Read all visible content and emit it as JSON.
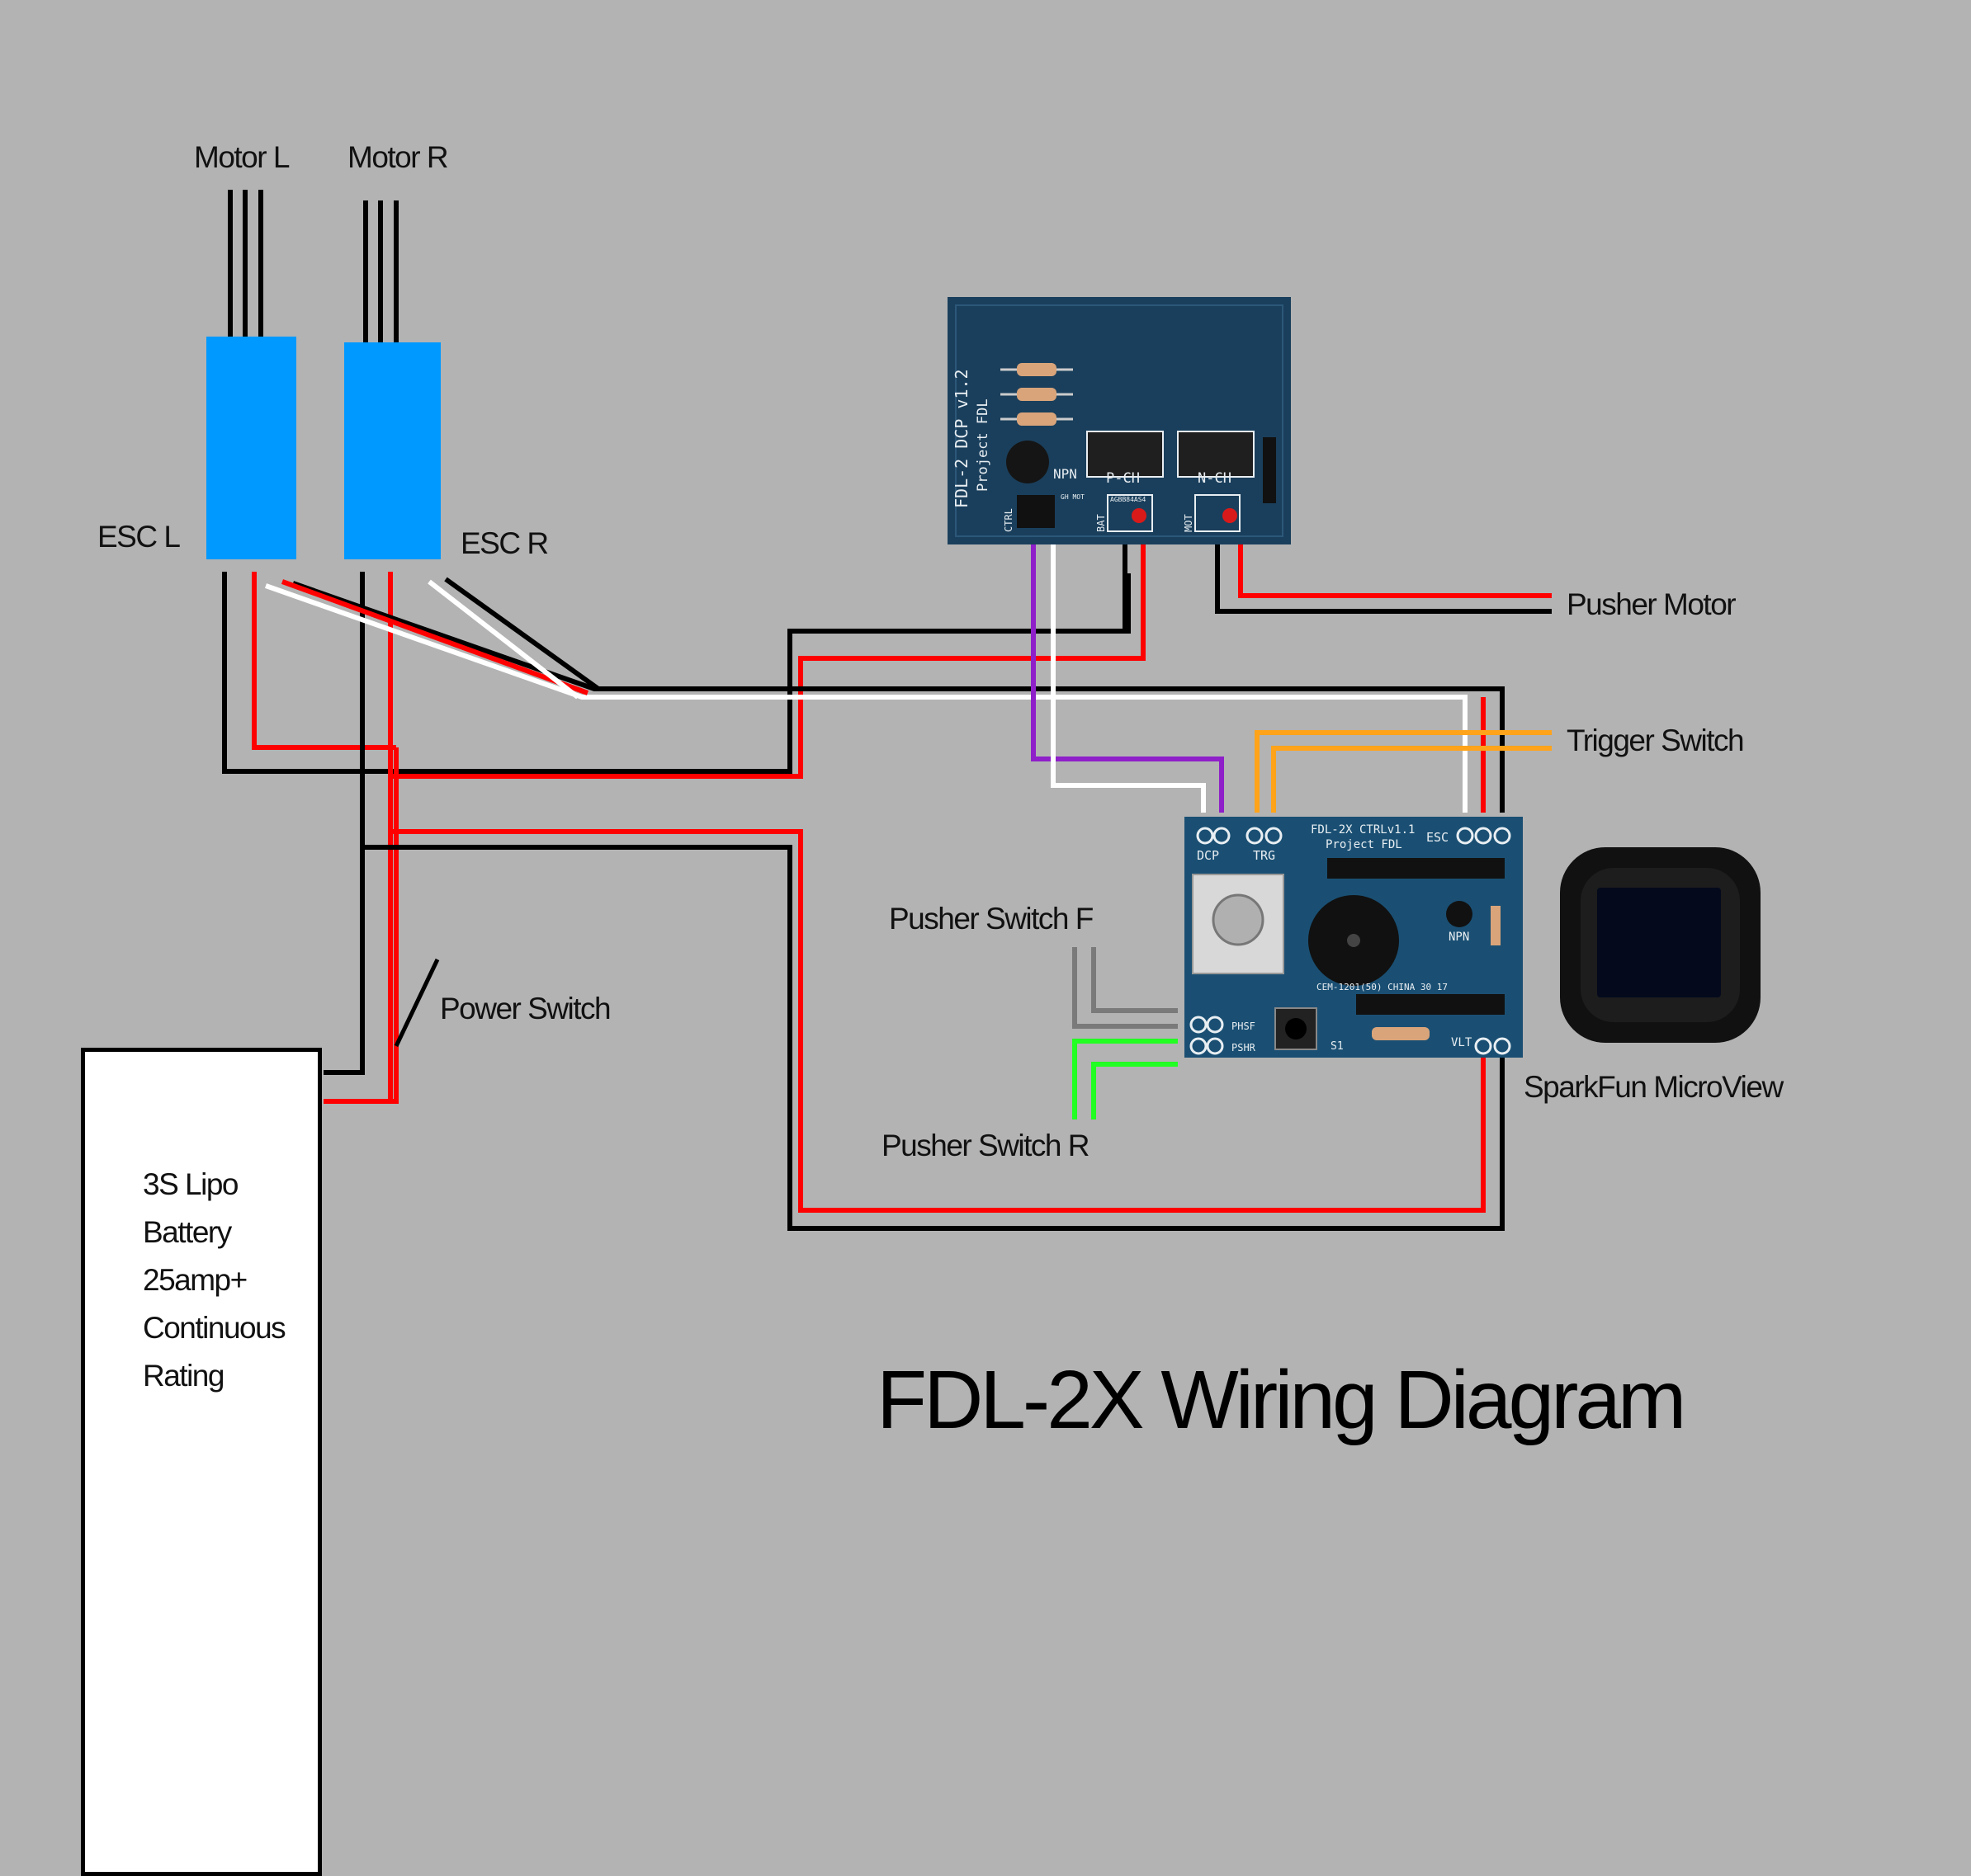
{
  "title": "FDL-2X Wiring Diagram",
  "labels": {
    "motor_l": "Motor L",
    "motor_r": "Motor R",
    "esc_l": "ESC L",
    "esc_r": "ESC R",
    "power_switch": "Power Switch",
    "pusher_motor": "Pusher Motor",
    "trigger_switch": "Trigger Switch",
    "pusher_switch_f": "Pusher Switch F",
    "pusher_switch_r": "Pusher Switch R",
    "sparkfun_microview": "SparkFun MicroView"
  },
  "battery": {
    "lines": [
      "3S Lipo",
      "Battery",
      "25amp+",
      "Continuous",
      "Rating"
    ]
  },
  "dcp_board": {
    "name": "FDL-2 DCP v1.2",
    "project": "Project FDL",
    "components": [
      "NPN",
      "P-CH",
      "N-CH"
    ],
    "pins": [
      "CTRL",
      "BAT",
      "MOT"
    ],
    "pin_sublabels": [
      "GH MOT",
      "AGBB84AS4"
    ]
  },
  "ctrl_board": {
    "name": "FDL-2X CTRLv1.1",
    "project": "Project FDL",
    "pins": [
      "DCP",
      "TRG",
      "ESC",
      "PHSF",
      "PSHR",
      "S1",
      "VLT",
      "NPN"
    ],
    "buzzer": "CEM-1201(50) CHINA 30 17"
  },
  "colors": {
    "background": "#b3b3b3",
    "esc_blue": "#0099ff",
    "wire_red": "#ff0000",
    "wire_black": "#000000",
    "wire_white": "#ffffff",
    "wire_purple": "#8e1fc9",
    "wire_orange": "#ffa31a",
    "wire_grey": "#7a7a7a",
    "wire_green": "#22ff22",
    "pcb_blue": "#1a3f5c"
  }
}
